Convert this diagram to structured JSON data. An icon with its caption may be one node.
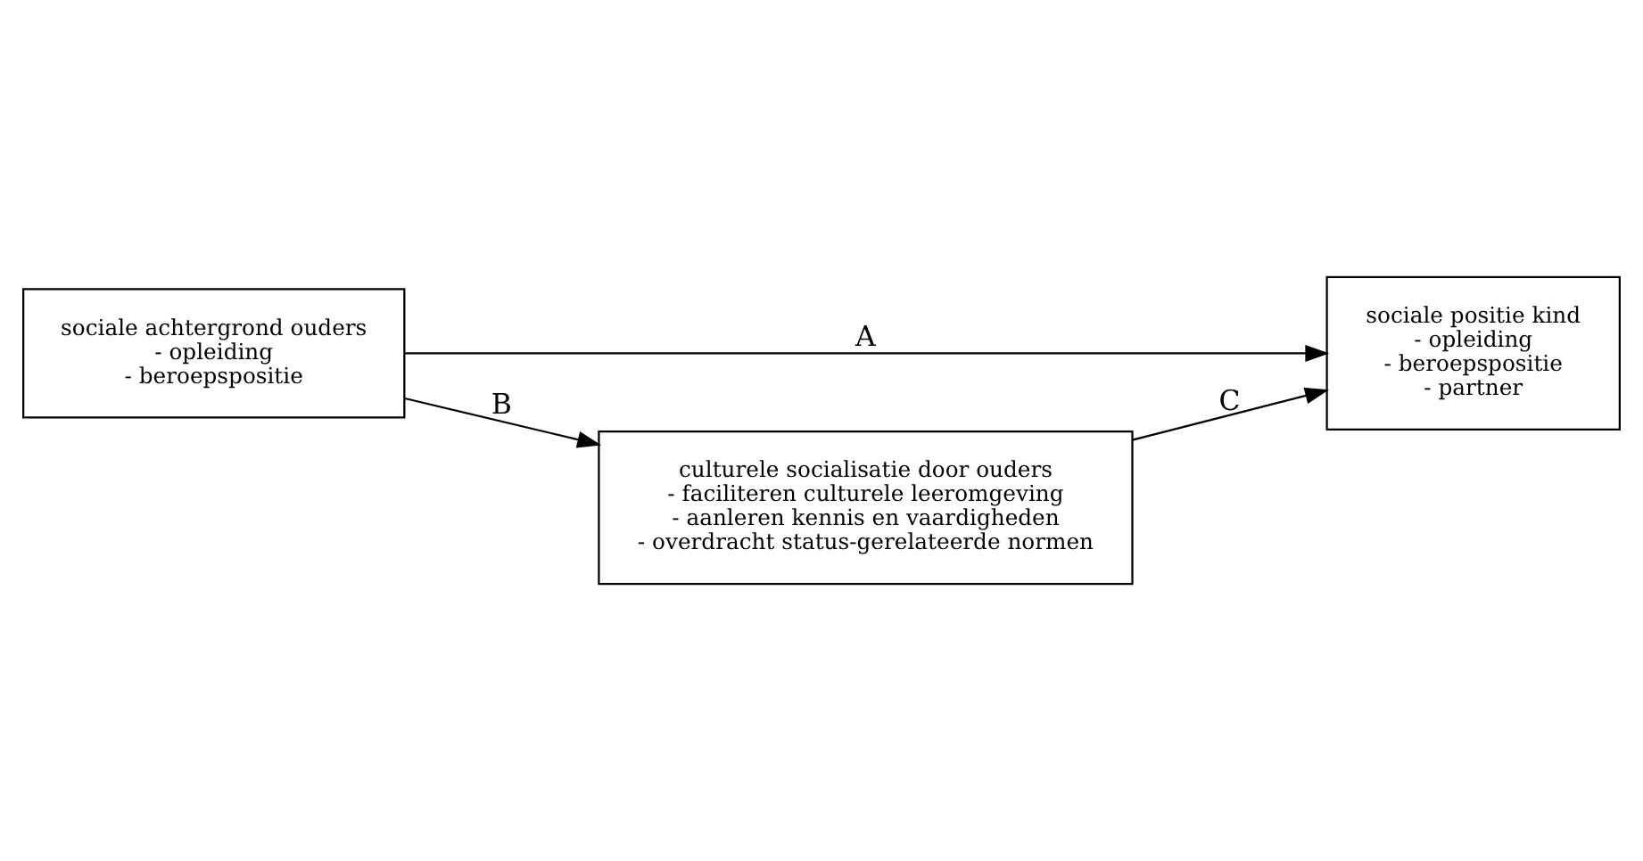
{
  "diagram": {
    "nodes": [
      {
        "text": [
          "sociale achtergrond ouders",
          "- opleiding",
          "- beroepspositie"
        ]
      },
      {
        "text": [
          "sociale positie kind",
          "- opleiding",
          "- beroepspositie",
          "- partner"
        ]
      },
      {
        "text": [
          "culturele socialisatie door ouders",
          "- faciliteren culturele leeromgeving",
          "- aanleren kennis en vaardigheden",
          "- overdracht status-gerelateerde normen"
        ]
      }
    ],
    "edges": [
      {
        "from": 0,
        "to": 1,
        "arrow": "to",
        "label": "A"
      },
      {
        "from": 0,
        "to": 2,
        "arrow": "to",
        "label": "B"
      },
      {
        "from": 2,
        "to": 1,
        "arrow": "to",
        "label": "C"
      }
    ]
  }
}
